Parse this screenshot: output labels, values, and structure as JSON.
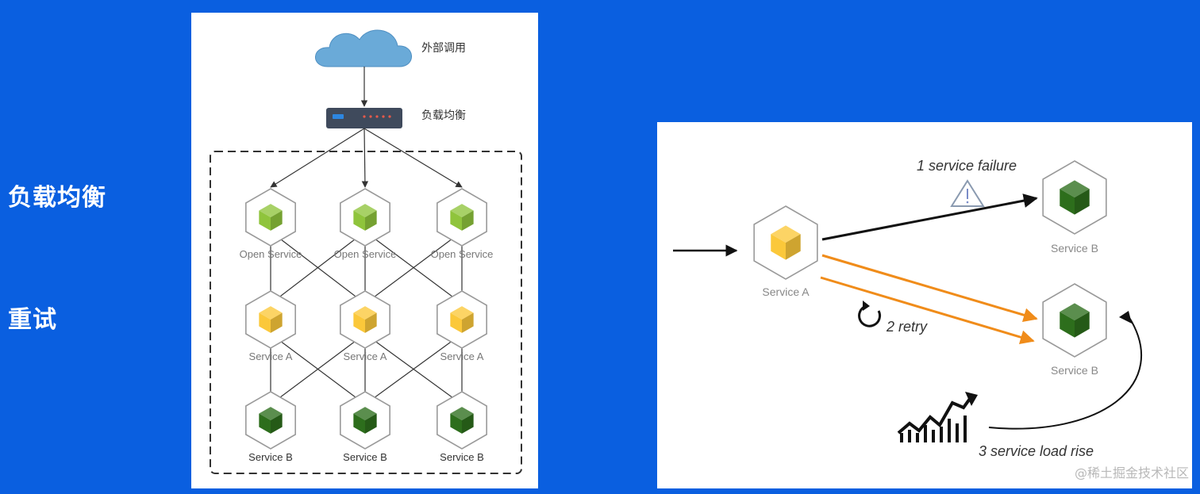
{
  "slide": {
    "left_labels": [
      "负载均衡",
      "重试"
    ],
    "watermark": "@稀土掘金技术社区"
  },
  "left_diagram": {
    "cloud_label": "外部调用",
    "balancer_label": "负载均衡",
    "rows": [
      {
        "label": "Open Service",
        "color": "#8fc43c",
        "count": 3
      },
      {
        "label": "Service A",
        "color": "#fbc83a",
        "count": 3
      },
      {
        "label": "Service B",
        "color": "#2d6e1c",
        "count": 3
      }
    ]
  },
  "right_diagram": {
    "service_a_label": "Service A",
    "service_b_top_label": "Service B",
    "service_b_bottom_label": "Service B",
    "step1": "1 service failure",
    "step2": "2 retry",
    "step3": "3 service load rise",
    "colors": {
      "failure_arrow": "#111111",
      "retry_arrow": "#f08c1a",
      "service_a": "#fbc83a",
      "service_b": "#2d6e1c"
    }
  }
}
